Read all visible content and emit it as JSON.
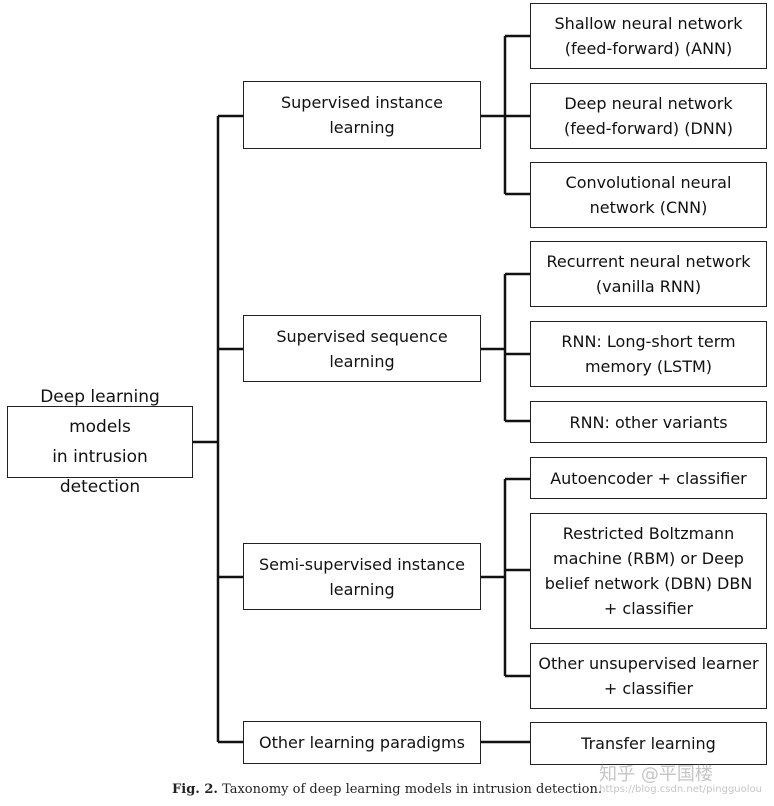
{
  "diagram": {
    "root": {
      "line1": "Deep learning models",
      "line2": "in intrusion detection"
    },
    "categories": [
      {
        "line1": "Supervised instance",
        "line2": "learning"
      },
      {
        "line1": "Supervised sequence",
        "line2": "learning"
      },
      {
        "line1": "Semi-supervised instance",
        "line2": "learning"
      },
      {
        "line1": "Other learning paradigms"
      }
    ],
    "leaves": [
      {
        "line1": "Shallow neural network",
        "line2": "(feed-forward) (ANN)"
      },
      {
        "line1": "Deep neural network",
        "line2": "(feed-forward) (DNN)"
      },
      {
        "line1": "Convolutional neural",
        "line2": "network (CNN)"
      },
      {
        "line1": "Recurrent neural network",
        "line2": "(vanilla RNN)"
      },
      {
        "line1": "RNN: Long-short term",
        "line2": "memory (LSTM)"
      },
      {
        "line1": "RNN: other variants"
      },
      {
        "line1": "Autoencoder + classifier"
      },
      {
        "line1": "Restricted Boltzmann",
        "line2": "machine (RBM) or Deep",
        "line3": "belief network (DBN) DBN",
        "line4": "+ classifier"
      },
      {
        "line1": "Other unsupervised learner",
        "line2": "+ classifier"
      },
      {
        "line1": "Transfer learning"
      }
    ]
  },
  "caption": {
    "label": "Fig. 2.",
    "text": "Taxonomy of deep learning models in intrusion detection."
  },
  "watermark": {
    "text": "知乎 @平国楼",
    "url": "https://blog.csdn.net/pingguolou"
  }
}
